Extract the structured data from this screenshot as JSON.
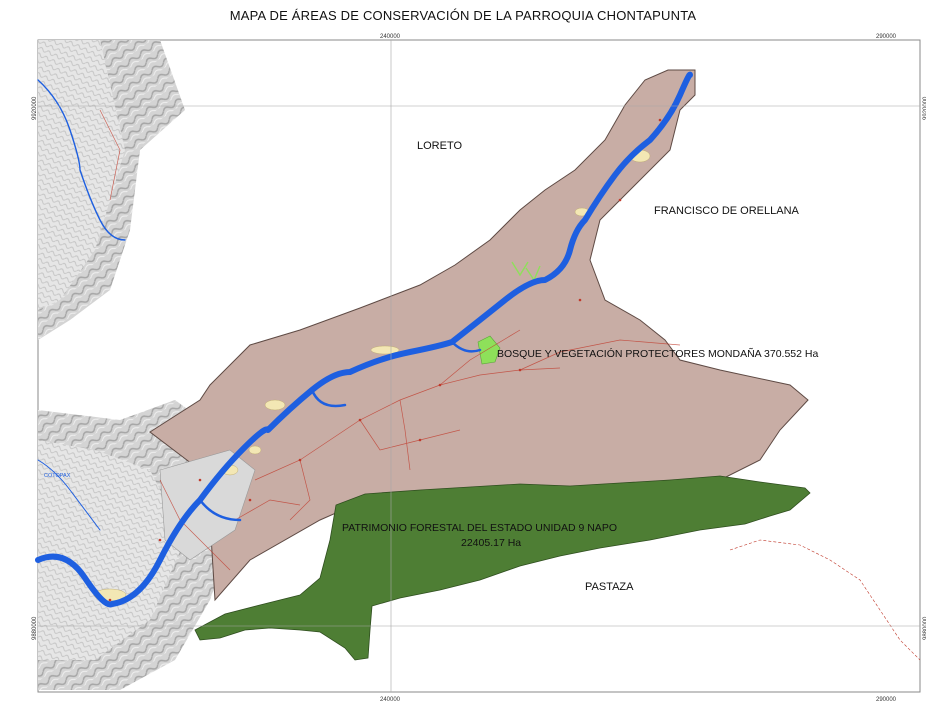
{
  "title": "MAPA DE ÁREAS DE CONSERVACIÓN DE  LA PARROQUIA CHONTAPUNTA",
  "grid": {
    "x_top": [
      "240000",
      "290000"
    ],
    "x_bottom": [
      "240000",
      "290000"
    ],
    "y_left": [
      "9920000",
      "9880000"
    ],
    "y_right": [
      "9920000",
      "9880000"
    ]
  },
  "labels": {
    "loreto": "LORETO",
    "orellana": "FRANCISCO DE ORELLANA",
    "bosque": "BOSQUE Y VEGETACIÓN PROTECTORES MONDAÑA   370.552 Ha",
    "patrimonio_line1": "PATRIMONIO FORESTAL DEL ESTADO UNIDAD 9 NAPO",
    "patrimonio_line2": "22405.17 Ha",
    "pastaza": "PASTAZA",
    "town": "COTOPAX"
  },
  "colors": {
    "parroquia": "#c8ada5",
    "patrimonio": "#4e7e34",
    "bosque": "#8ee05a",
    "river": "#1e5fe0",
    "roads": "#c0392b",
    "terrain": "#bfbfbf",
    "sand": "#f3e7b4"
  }
}
